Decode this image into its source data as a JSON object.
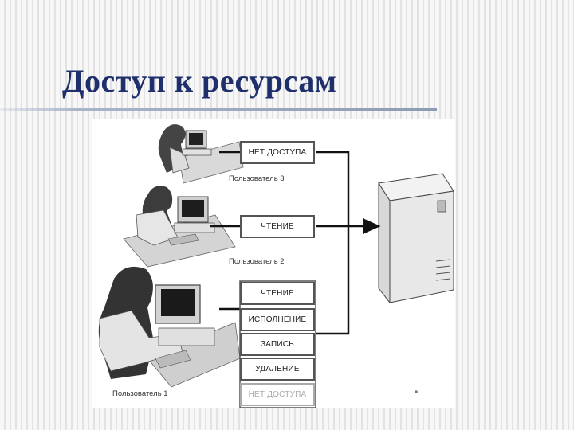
{
  "title": "Доступ к ресурсам",
  "colors": {
    "title": "#1f2f6b",
    "rule": "#8e9bb4",
    "line": "#111111"
  },
  "users": [
    {
      "label": "Пользователь 3",
      "permissions": [
        {
          "label": "НЕТ ДОСТУПА",
          "faded": false
        }
      ]
    },
    {
      "label": "Пользователь 2",
      "permissions": [
        {
          "label": "ЧТЕНИЕ",
          "faded": false
        }
      ]
    },
    {
      "label": "Пользователь 1",
      "permissions": [
        {
          "label": "ЧТЕНИЕ",
          "faded": false
        },
        {
          "label": "ИСПОЛНЕНИЕ",
          "faded": false
        },
        {
          "label": "ЗАПИСЬ",
          "faded": false
        },
        {
          "label": "УДАЛЕНИЕ",
          "faded": false
        },
        {
          "label": "НЕТ ДОСТУПА",
          "faded": true
        }
      ]
    }
  ],
  "server": {
    "icon": "server-icon"
  }
}
